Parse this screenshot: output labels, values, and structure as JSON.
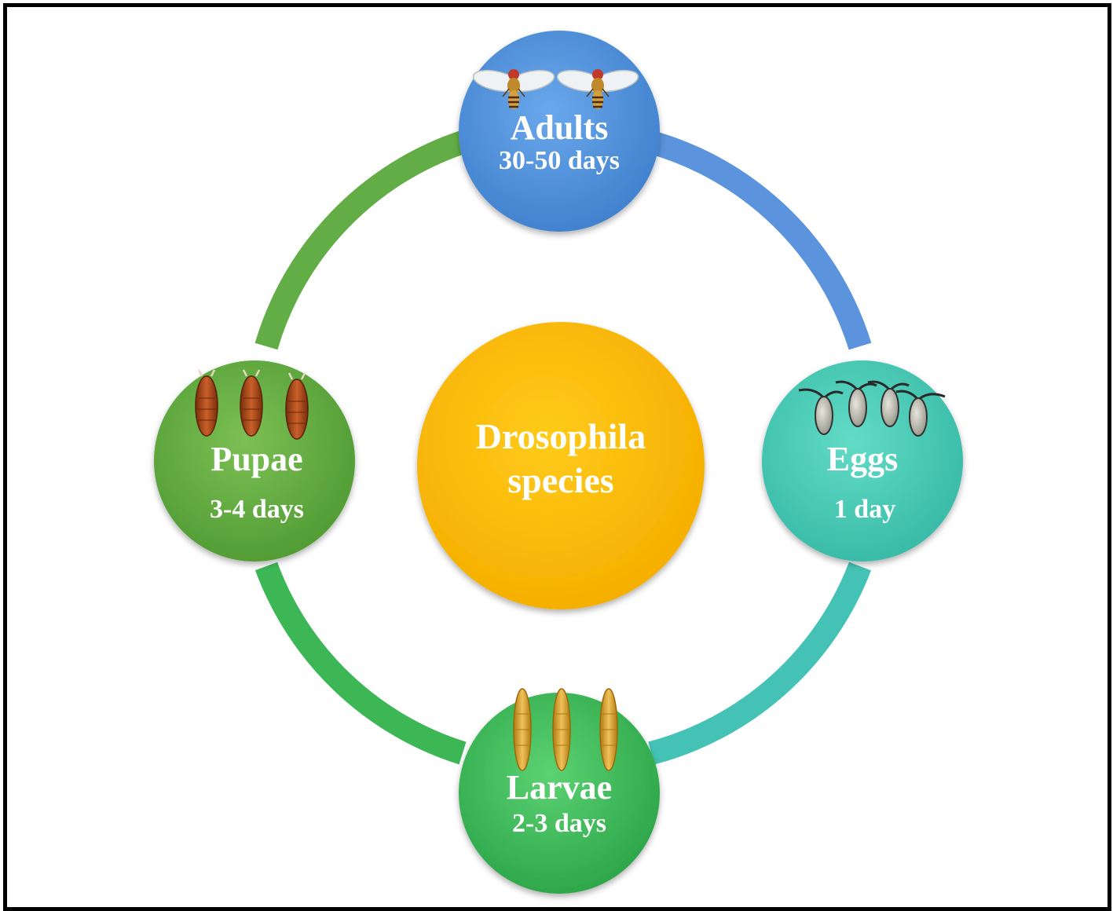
{
  "center": {
    "line1": "Drosophila",
    "line2": "species",
    "color": "#f9b800"
  },
  "stages": {
    "adults": {
      "name": "Adults",
      "duration": "30-50 days",
      "color": "#4a8ed6",
      "icon": "fly-icon"
    },
    "eggs": {
      "name": "Eggs",
      "duration": "1 day",
      "color": "#3cc4b0",
      "icon": "egg-icon"
    },
    "larvae": {
      "name": "Larvae",
      "duration": "2-3 days",
      "color": "#35b556",
      "icon": "larva-icon"
    },
    "pupae": {
      "name": "Pupae",
      "duration": "3-4 days",
      "color": "#5aa63a",
      "icon": "pupa-icon"
    }
  },
  "ring_colors": {
    "top_right": "#5b93dc",
    "bottom_right": "#45c2b6",
    "bottom_left": "#3db656",
    "top_left": "#62ad45"
  }
}
